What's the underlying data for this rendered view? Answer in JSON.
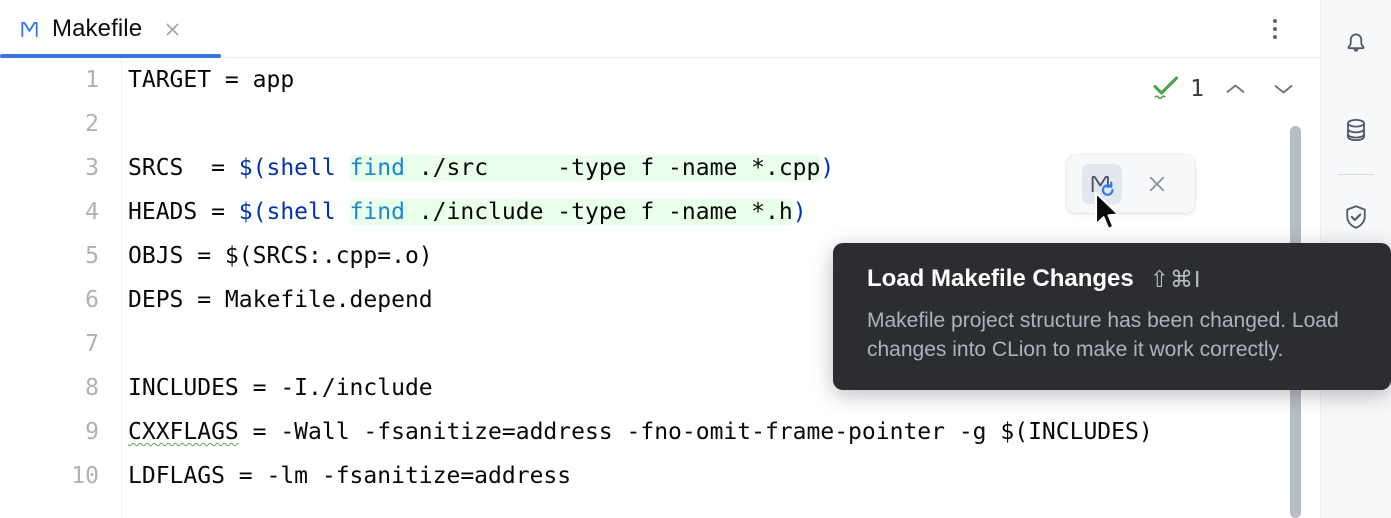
{
  "window": {
    "app": "CLion",
    "accent_color": "#3574f0"
  },
  "tab_bar": {
    "tabs": [
      {
        "label": "Makefile",
        "icon": "makefile-icon",
        "active": true,
        "close_icon": "close-icon"
      }
    ],
    "kebab_icon": "more-vertical-icon"
  },
  "editor": {
    "line_numbers": [
      "1",
      "2",
      "3",
      "4",
      "5",
      "6",
      "7",
      "8",
      "9",
      "10"
    ],
    "lines": [
      {
        "n": "1",
        "segments": [
          {
            "text": "TARGET = app",
            "style": "plain"
          }
        ]
      },
      {
        "n": "2",
        "segments": [
          {
            "text": "",
            "style": "plain"
          }
        ]
      },
      {
        "n": "3",
        "segments": [
          {
            "text": "SRCS  = ",
            "style": "plain"
          },
          {
            "text": "$(shell ",
            "style": "var"
          },
          {
            "text": "find",
            "style": "fn-hl"
          },
          {
            "text": " ./src     -type f -name *.cpp",
            "style": "plain-hl"
          },
          {
            "text": ")",
            "style": "var"
          }
        ]
      },
      {
        "n": "4",
        "segments": [
          {
            "text": "HEADS = ",
            "style": "plain"
          },
          {
            "text": "$(shell ",
            "style": "var"
          },
          {
            "text": "find",
            "style": "fn-hl"
          },
          {
            "text": " ./include -type f -name *.h",
            "style": "plain-hl"
          },
          {
            "text": ")",
            "style": "var"
          }
        ]
      },
      {
        "n": "5",
        "segments": [
          {
            "text": "OBJS = $(SRCS:.cpp=.o)",
            "style": "plain"
          }
        ]
      },
      {
        "n": "6",
        "segments": [
          {
            "text": "DEPS = Makefile.depend",
            "style": "plain"
          }
        ]
      },
      {
        "n": "7",
        "segments": [
          {
            "text": "",
            "style": "plain"
          }
        ]
      },
      {
        "n": "8",
        "segments": [
          {
            "text": "INCLUDES = -I./include",
            "style": "plain"
          }
        ]
      },
      {
        "n": "9",
        "segments": [
          {
            "text": "CXXFLAGS",
            "style": "squiggle"
          },
          {
            "text": " = -Wall -fsanitize=address -fno-omit-frame-pointer -g $(INCLUDES)",
            "style": "plain"
          }
        ]
      },
      {
        "n": "10",
        "segments": [
          {
            "text": "LDFLAGS = -lm -fsanitize=address",
            "style": "plain"
          }
        ]
      }
    ],
    "inspection": {
      "status_icon": "inspection-ok-icon",
      "count": "1",
      "prev_icon": "chevron-up-icon",
      "next_icon": "chevron-down-icon"
    },
    "scrollbar": {
      "name": "editor-vertical-scrollbar"
    }
  },
  "makefile_action_panel": {
    "load_icon": "makefile-reload-icon",
    "dismiss_icon": "close-icon"
  },
  "tooltip": {
    "title": "Load Makefile Changes",
    "shortcut": "⇧⌘I",
    "body": "Makefile project structure has been changed. Load changes into CLion to make it work correctly."
  },
  "right_tool_strip": {
    "items": [
      {
        "name": "notifications-button",
        "icon": "bell-icon"
      },
      {
        "name": "database-button",
        "icon": "database-icon"
      },
      {
        "name": "security-button",
        "icon": "shield-check-icon"
      }
    ]
  }
}
